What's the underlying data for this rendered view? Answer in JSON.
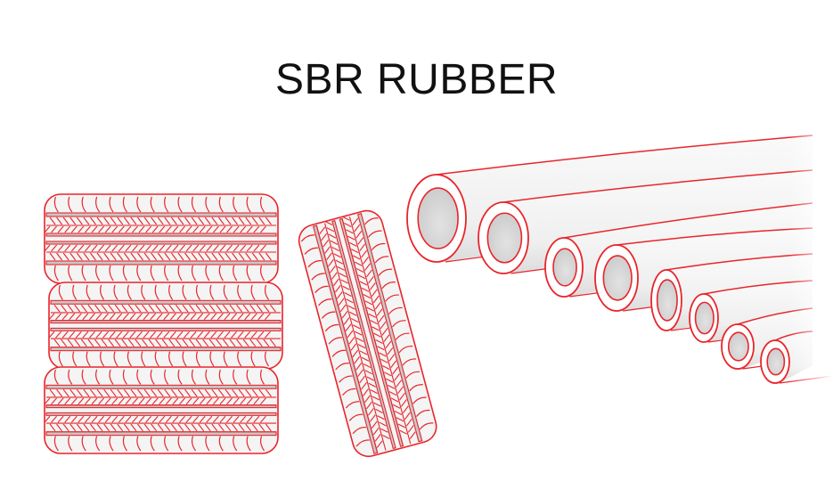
{
  "title": "SBR RUBBER",
  "colors": {
    "outline": "#e8252b",
    "fill": "#f4f4f4",
    "groove": "#c8c8c8",
    "bore": "#d6d6d6",
    "text": "#111111"
  },
  "illustration": {
    "tires_stacked": 3,
    "tires_leaning": 1,
    "hoses": 8
  }
}
